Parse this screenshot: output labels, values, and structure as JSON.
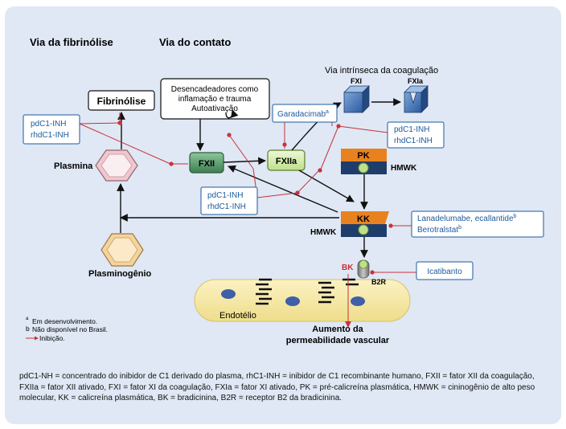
{
  "sections": {
    "fibrinolysis_title": "Via da fibrinólise",
    "contact_title": "Via do contato",
    "intrinsic_title": "Via intrínseca da coagulação"
  },
  "nodes": {
    "fibrinolise": "Fibrinólise",
    "triggers": [
      "Desencadeadores como",
      "inflamação e trauma",
      "Autoativação"
    ],
    "plasmina": "Plasmina",
    "plasminogenio": "Plasminogênio",
    "fxii": "FXII",
    "fxiia": "FXIIa",
    "fxi": "FXI",
    "fxia": "FXIa",
    "pk": "PK",
    "kk": "KK",
    "hmwk": "HMWK",
    "bk": "BK",
    "b2r": "B2R",
    "endotelio": "Endotélio",
    "outcome": [
      "Aumento da",
      "permeabilidade vascular"
    ]
  },
  "drugs": {
    "c1_left": [
      "pdC1-INH",
      "rhdC1-INH"
    ],
    "c1_center": [
      "pdC1-INH",
      "rhdC1-INH"
    ],
    "c1_right": [
      "pdC1-INH",
      "rhdC1-INH"
    ],
    "garadacimab": "Garadacimab",
    "garadacimab_sup": "a",
    "lanadelumab": "Lanadelumabe, ecallantide",
    "lanadelumab_sup": "b",
    "berotralstat": "Berotralstat",
    "berotralstat_sup": "b",
    "icatibanto": "Icatibanto"
  },
  "legend": {
    "a_mark": "a",
    "a_text": "Em desenvolvimento.",
    "b_mark": "b",
    "b_text": "Não disponível no Brasil.",
    "inhib_text": "Inibição."
  },
  "footnote": "pdC1-NH = concentrado do inibidor de C1 derivado do plasma, rhC1-INH = inibidor de C1 recombinante humano, FXII = fator XII da coagulação, FXIIa = fator XII ativado, FXI = fator XI da coagulação, FXIa = fator XI ativado, PK = pré-calicreína plasmática, HMWK = cininogênio de alto peso molecular, KK = calicreína plasmática, BK = bradicinina, B2R = receptor B2 da bradicinina.",
  "colors": {
    "panel": "#dfe8f4",
    "drug_text": "#1d5a9c",
    "inhibition": "#c8323c",
    "fxii_green": "#5a9d6c",
    "fxiia_green": "#d2eaa8",
    "pk_orange": "#e8821e",
    "hmwk_navy": "#1f3d6b",
    "endothelium": "#f7e9a8",
    "cell_nucleus": "#3f5fa8"
  }
}
